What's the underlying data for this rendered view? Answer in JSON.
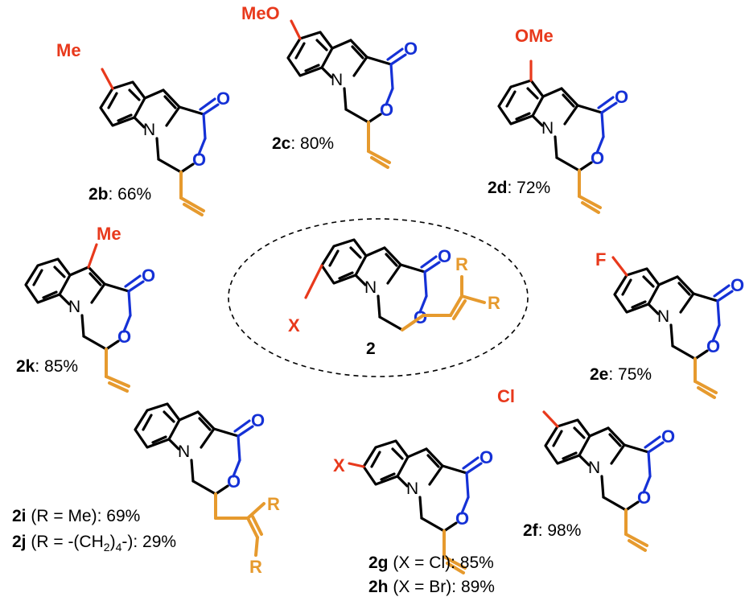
{
  "colors": {
    "substituent": "#E8391C",
    "lactone": "#1531D6",
    "vinyl": "#E69A2E",
    "skeleton": "#000000"
  },
  "atoms": {
    "nitrogen": "N",
    "oxygen": "O"
  },
  "core": {
    "compound": "2",
    "substituent": "X",
    "r_top": "R",
    "r_bottom": "R"
  },
  "compounds": {
    "c2b": {
      "substituent": "Me",
      "id": "2b",
      "yield": ": 66%"
    },
    "c2c": {
      "substituent": "MeO",
      "id": "2c",
      "yield": ": 80%"
    },
    "c2d": {
      "substituent": "OMe",
      "id": "2d",
      "yield": ": 72%"
    },
    "c2k": {
      "substituent": "Me",
      "id": "2k",
      "yield": ": 85%"
    },
    "c2e": {
      "substituent": "F",
      "id": "2e",
      "yield": ": 75%"
    },
    "c2f": {
      "substituent": "Cl",
      "id": "2f",
      "yield": ": 98%"
    },
    "c2g": {
      "substituent": "X",
      "id": "2g",
      "rest": " (X = Cl): 85%"
    },
    "c2h": {
      "id": "2h",
      "rest": " (X = Br): 89%"
    },
    "c2i": {
      "id": "2i",
      "rest": " (R = Me): 69%",
      "r_top": "R",
      "r_bottom": "R"
    },
    "c2j": {
      "id": "2j",
      "rest_a": " (R = -(CH",
      "rest_sub": "2",
      "rest_b": ")",
      "rest_sub2": "4",
      "rest_c": "-): 29%"
    }
  }
}
